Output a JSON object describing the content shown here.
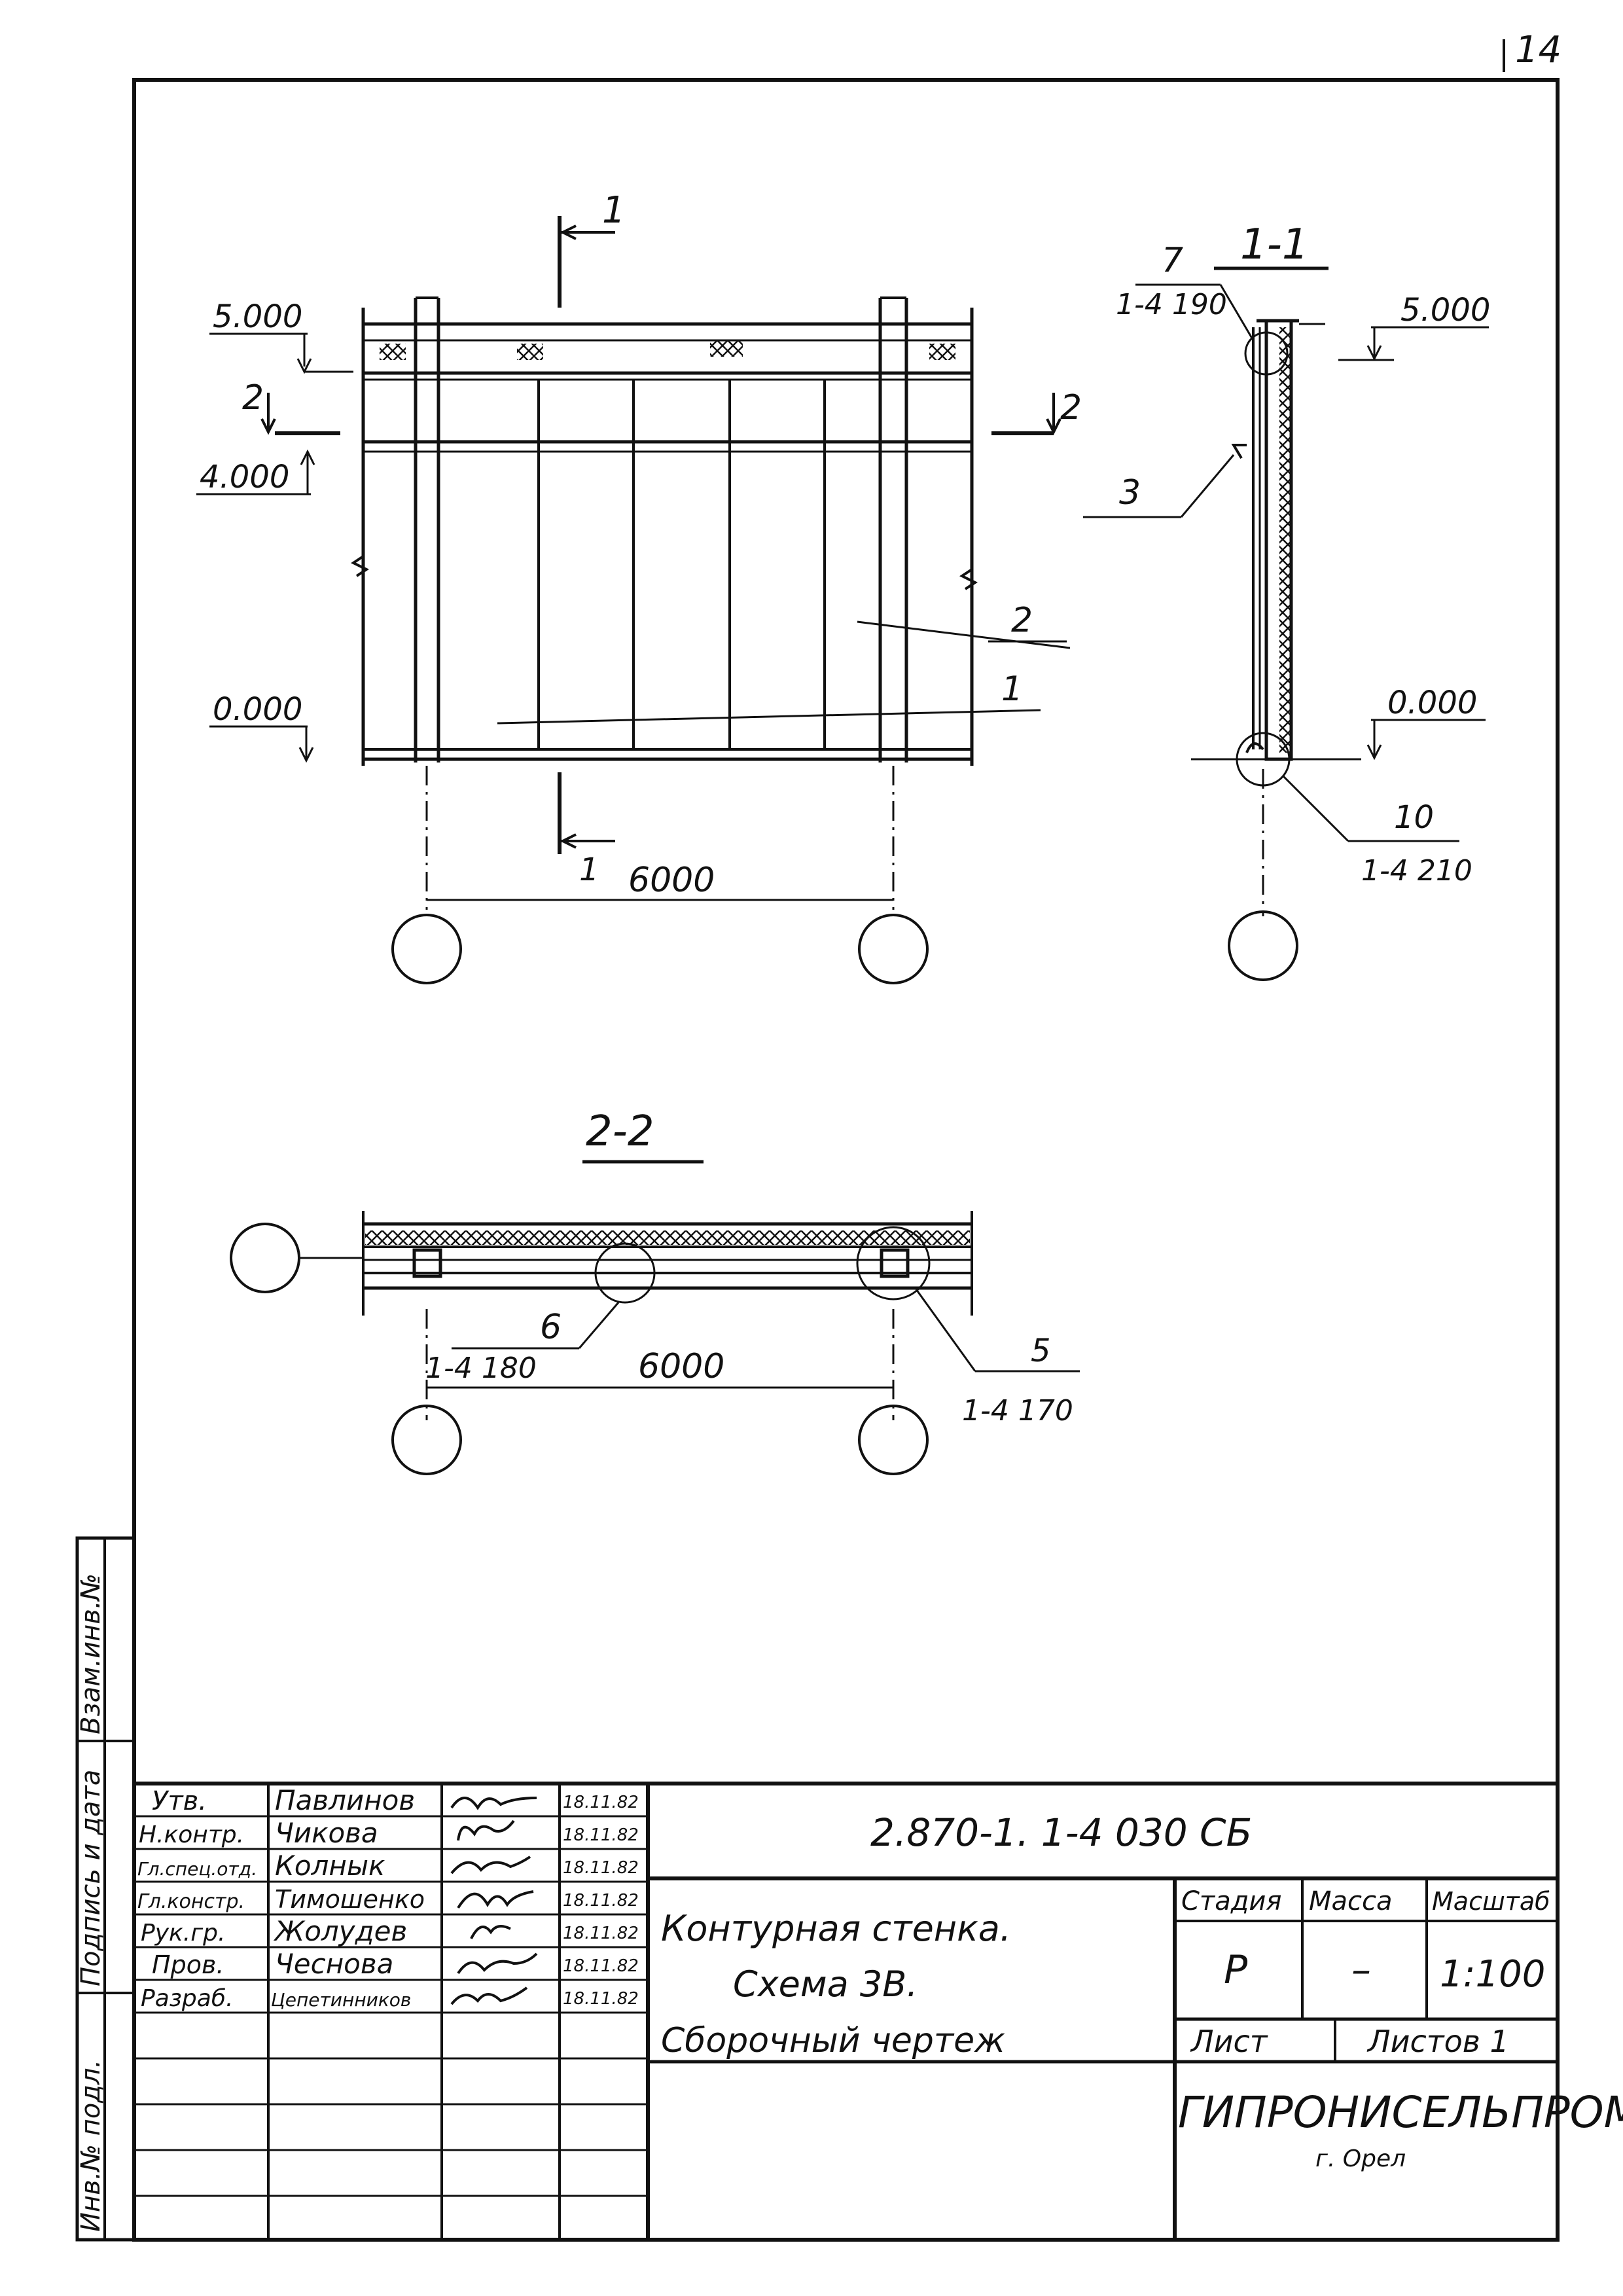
{
  "sheet_number": "14",
  "views": {
    "elevation": {
      "cut_marks": [
        "1",
        "1"
      ],
      "levels": [
        "5.000",
        "4.000",
        "0.000"
      ],
      "section_2_marks": [
        "2",
        "2"
      ],
      "callouts": [
        "1",
        "2"
      ],
      "span": "6000"
    },
    "section_1_1": {
      "title": "1-1",
      "level_top": "5.000",
      "level_bottom": "0.000",
      "callout_top_num": "7",
      "callout_top_ref": "1-4 190",
      "callout_mid": "3",
      "callout_bottom_num": "10",
      "callout_bottom_ref": "1-4 210"
    },
    "section_2_2": {
      "title": "2-2",
      "callout_left_num": "6",
      "callout_left_ref": "1-4 180",
      "span": "6000",
      "callout_right_num": "5",
      "callout_right_ref": "1-4 170"
    }
  },
  "side_stamp": {
    "labels": [
      "Взам.инв.№",
      "Подпись и дата",
      "Инв.№ подл."
    ]
  },
  "title_block": {
    "designation": "2.870-1. 1-4  030 СБ",
    "roles": [
      "Утв.",
      "Н.контр.",
      "Гл.спец.отд.",
      "Гл.констр.",
      "Рук.гр.",
      "Пров.",
      "Разраб."
    ],
    "names": [
      "Павлинов",
      "Чикова",
      "Колнык",
      "Тимошенко",
      "Жолудев",
      "Чеснова",
      "Цепетинников"
    ],
    "dates": [
      "18.11.82",
      "18.11.82",
      "18.11.82",
      "18.11.82",
      "18.11.82",
      "18.11.82",
      "18.11.82"
    ],
    "title_line1": "Контурная стенка.",
    "title_line2": "Схема 3В.",
    "title_line3": "Сборочный чертеж",
    "stage_header": "Стадия",
    "mass_header": "Масса",
    "scale_header": "Масштаб",
    "stage": "Р",
    "mass": "–",
    "scale": "1:100",
    "sheet_label": "Лист",
    "sheets_label": "Листов 1",
    "organization": "ГИПРОНИСЕЛЬПРОМ",
    "city": "г. Орел"
  }
}
